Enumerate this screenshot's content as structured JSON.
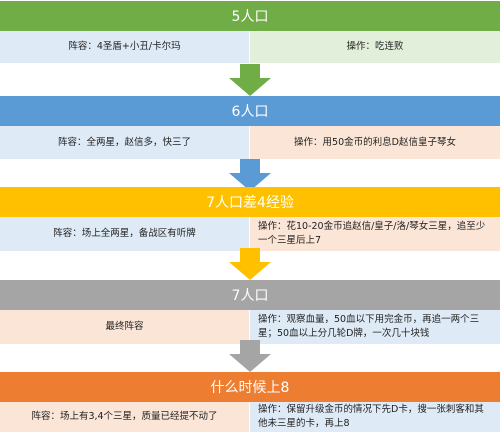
{
  "stages": [
    {
      "title": "5人口",
      "left": "阵容：4圣盾+小丑/卡尔玛",
      "right": "操作：吃连败",
      "color": "#70ad47",
      "left_bg": "#deebf7",
      "right_bg": "#e2efda"
    },
    {
      "title": "6人口",
      "left": "阵容：全两星，赵信多，快三了",
      "right": "操作：用50金币的利息D赵信皇子琴女",
      "color": "#5b9bd5",
      "left_bg": "#deebf7",
      "right_bg": "#fbe5d6"
    },
    {
      "title": "7人口差4经验",
      "left": "阵容：场上全两星，备战区有听牌",
      "right": "操作：花10-20金币追赵信/皇子/洛/琴女三星，追至少一个三星后上7",
      "color": "#ffc000",
      "left_bg": "#deebf7",
      "right_bg": "#fbe5d6"
    },
    {
      "title": "7人口",
      "left": "最终阵容",
      "right": "操作：观察血量，50血以下用完金币，再追一两个三星；50血以上分几轮D牌，一次几十块钱",
      "color": "#a5a5a5",
      "left_bg": "#fbe5d6",
      "right_bg": "#deebf7"
    },
    {
      "title": "什么时候上8",
      "left": "阵容：场上有3,4个三星，质量已经提不动了",
      "right": "操作：保留升级金币的情况下先D卡，搜一张刺客和其他未三星的卡，再上8",
      "color": "#ed7d31",
      "left_bg": "#fbe5d6",
      "right_bg": "#deebf7"
    }
  ],
  "arrows": [
    {
      "color": "#70ad47"
    },
    {
      "color": "#5b9bd5"
    },
    {
      "color": "#ffc000"
    },
    {
      "color": "#a5a5a5"
    }
  ]
}
